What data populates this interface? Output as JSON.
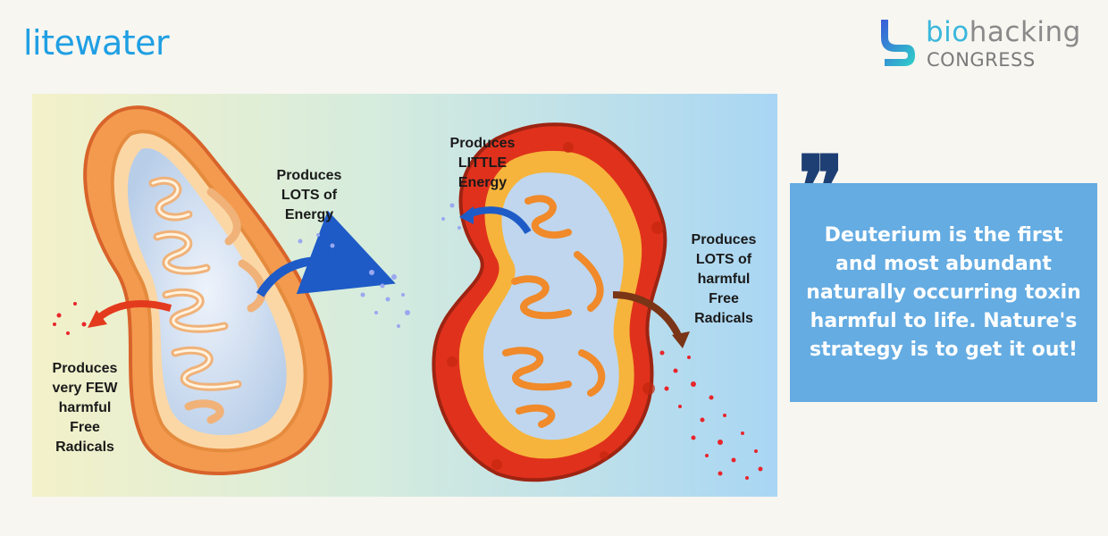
{
  "brand": {
    "left_logo": "litewater",
    "right_logo": {
      "line1_prefix": "bio",
      "line1_rest": "hacking",
      "line2": "CONGRESS"
    }
  },
  "diagram": {
    "healthy_energy": [
      "Produces",
      "LOTS of",
      "Energy"
    ],
    "healthy_radicals": [
      "Produces",
      "very FEW",
      "harmful",
      "Free",
      "Radicals"
    ],
    "damaged_energy": [
      "Produces",
      "LITTLE",
      "Energy"
    ],
    "damaged_radicals": [
      "Produces",
      "LOTS of",
      "harmful",
      "Free",
      "Radicals"
    ]
  },
  "quote": {
    "mark": "❞",
    "text": "Deuterium is the first and most abundant naturally occurring toxin harmful to life. Nature's strategy is to get it out!"
  },
  "colors": {
    "brand_blue": "#1f9fe3",
    "quote_box": "#64ace2",
    "quote_mark": "#1e3f73"
  }
}
